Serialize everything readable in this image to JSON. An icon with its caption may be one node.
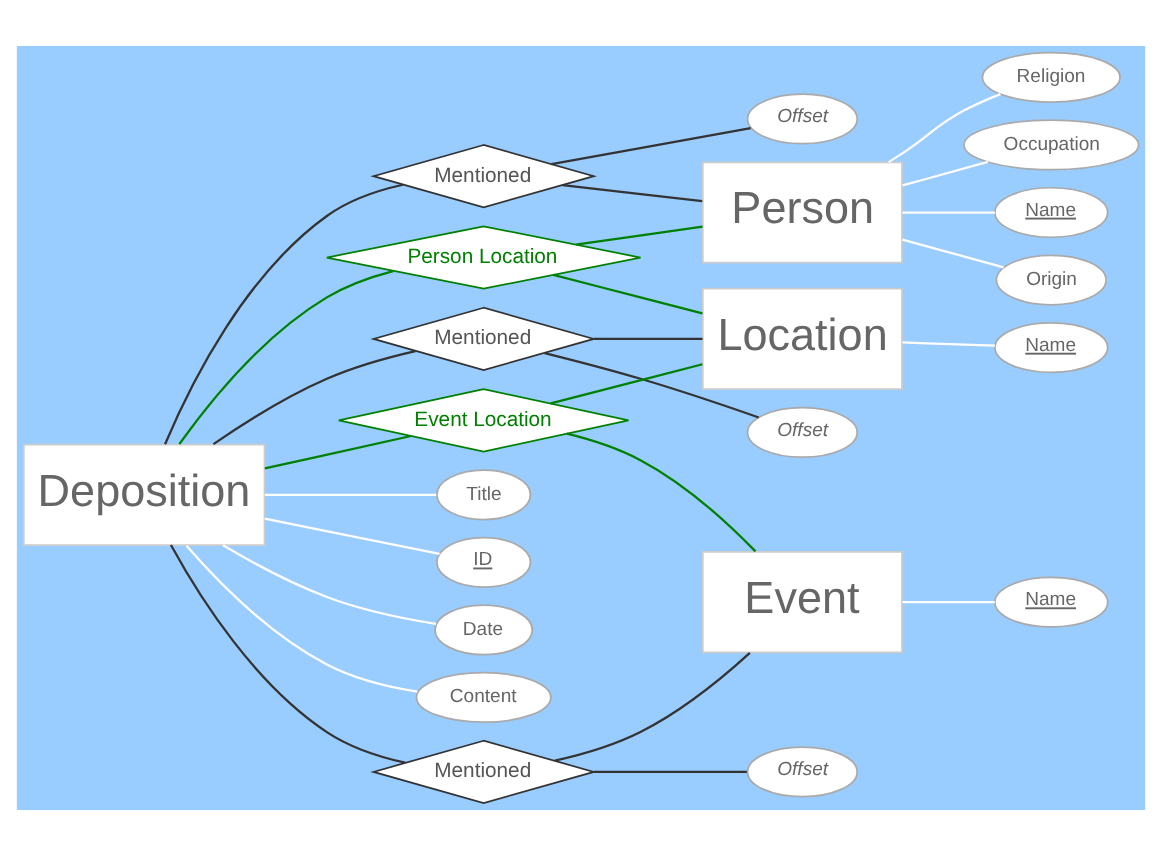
{
  "diagram": {
    "nodes": [
      {
        "text": [
          "Offset"
        ]
      },
      {
        "text": [
          "Mentioned"
        ]
      },
      {
        "text": [
          "Person"
        ]
      },
      {
        "text": [
          "Name"
        ]
      },
      {
        "text": [
          "Origin"
        ]
      },
      {
        "text": [
          "Religion"
        ]
      },
      {
        "text": [
          "Title"
        ]
      },
      {
        "text": [
          "ID"
        ]
      },
      {
        "text": [
          "Person Location"
        ]
      },
      {
        "text": [
          "Occupation"
        ]
      },
      {
        "text": [
          "Offset"
        ]
      },
      {
        "text": [
          "Deposition"
        ]
      },
      {
        "text": [
          "Mentioned"
        ]
      },
      {
        "text": [
          "Location"
        ]
      },
      {
        "text": [
          "Name"
        ]
      },
      {
        "text": [
          "Date"
        ]
      },
      {
        "text": [
          "Content"
        ]
      },
      {
        "text": [
          "Event Location"
        ]
      },
      {
        "text": [
          "Offset"
        ]
      },
      {
        "text": [
          "Mentioned"
        ]
      },
      {
        "text": [
          "Event"
        ]
      },
      {
        "text": [
          "Name"
        ]
      }
    ],
    "edges": [
      {
        "from": 1,
        "to": 0,
        "arrow": "none",
        "color": "#333333"
      },
      {
        "from": 11,
        "to": 1,
        "arrow": "none",
        "color": "#333333"
      },
      {
        "from": 1,
        "to": 2,
        "arrow": "none",
        "color": "#333333"
      },
      {
        "from": 2,
        "to": 3,
        "arrow": "none"
      },
      {
        "from": 2,
        "to": 4,
        "arrow": "none"
      },
      {
        "from": 2,
        "to": 5,
        "arrow": "none"
      },
      {
        "from": 2,
        "to": 9,
        "arrow": "none"
      },
      {
        "from": 11,
        "to": 6,
        "arrow": "none"
      },
      {
        "from": 11,
        "to": 7,
        "arrow": "none"
      },
      {
        "from": 11,
        "to": 8,
        "arrow": "none",
        "color": "#008000"
      },
      {
        "from": 8,
        "to": 2,
        "arrow": "none",
        "color": "#008000"
      },
      {
        "from": 8,
        "to": 13,
        "arrow": "none",
        "color": "#008000"
      },
      {
        "from": 12,
        "to": 10,
        "arrow": "none",
        "color": "#333333"
      },
      {
        "from": 11,
        "to": 12,
        "arrow": "none",
        "color": "#333333"
      },
      {
        "from": 12,
        "to": 13,
        "arrow": "none",
        "color": "#333333"
      },
      {
        "from": 13,
        "to": 14,
        "arrow": "none"
      },
      {
        "from": 11,
        "to": 15,
        "arrow": "none"
      },
      {
        "from": 11,
        "to": 16,
        "arrow": "none"
      },
      {
        "from": 11,
        "to": 17,
        "arrow": "none",
        "color": "#008000"
      },
      {
        "from": 17,
        "to": 13,
        "arrow": "none",
        "color": "#008000"
      },
      {
        "from": 17,
        "to": 20,
        "arrow": "none",
        "color": "#008000"
      },
      {
        "from": 19,
        "to": 18,
        "arrow": "none",
        "color": "#333333"
      },
      {
        "from": 11,
        "to": 19,
        "arrow": "none",
        "color": "#333333"
      },
      {
        "from": 19,
        "to": 20,
        "arrow": "none",
        "color": "#333333"
      },
      {
        "from": 20,
        "to": 21,
        "arrow": "none"
      }
    ]
  }
}
